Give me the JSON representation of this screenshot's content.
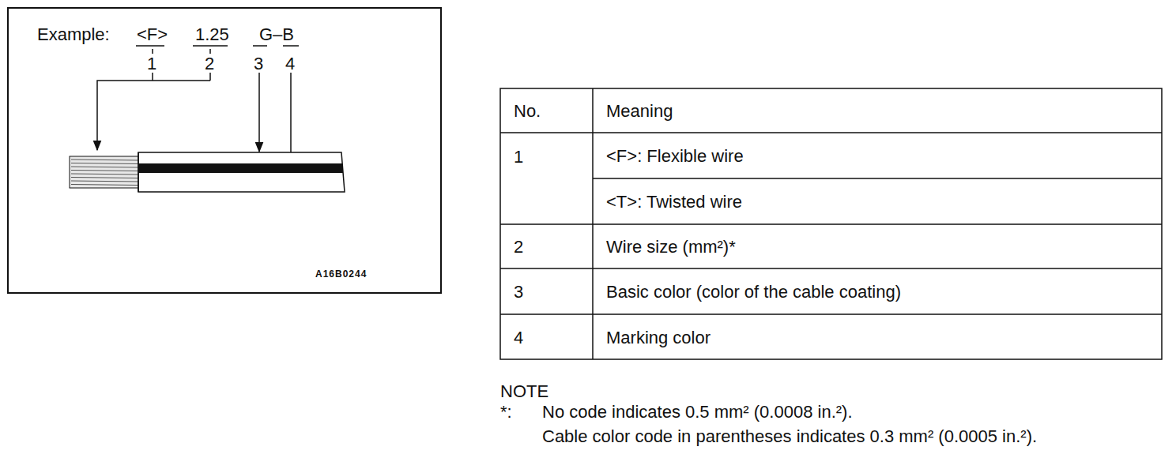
{
  "diagram": {
    "nodes": [
      {
        "text": [
          "Example:",
          "<F>",
          "1.25",
          "G–B",
          "A16B0244"
        ]
      }
    ],
    "labels": [
      "1",
      "2",
      "3",
      "4",
      "No.",
      "Meaning",
      "1",
      "<F>: Flexible wire",
      "<T>: Twisted wire",
      "2",
      "Wire size (mm²)*",
      "3",
      "Basic color (color of the cable coating)",
      "4",
      "Marking color",
      "NOTE",
      "*:",
      "No code indicates 0.5 mm² (0.0008 in.²).",
      "Cable color code in parentheses indicates 0.3 mm² (0.0005 in.²)."
    ]
  }
}
